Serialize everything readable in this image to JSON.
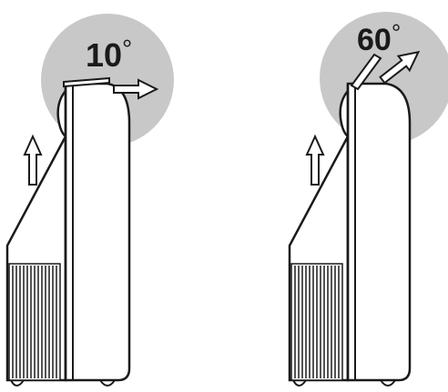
{
  "figures": [
    {
      "id": "left",
      "angle_value": "10",
      "angle_unit": "°",
      "angle_degrees": 10
    },
    {
      "id": "right",
      "angle_value": "60",
      "angle_unit": "°",
      "angle_degrees": 60
    }
  ],
  "colors": {
    "outline": "#1a1a1a",
    "highlight_circle": "#c8c8c8",
    "background": "#ffffff"
  }
}
